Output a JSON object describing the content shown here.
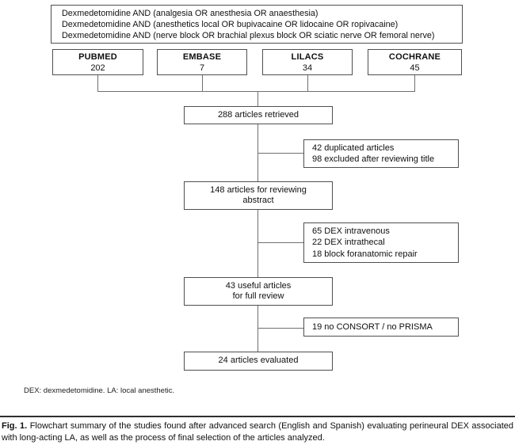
{
  "figure": {
    "search_query_box": {
      "lines": [
        "Dexmedetomidine AND (analgesia OR anesthesia OR anaesthesia)",
        "Dexmedetomidine AND (anesthetics local OR bupivacaine OR lidocaine OR ropivacaine)",
        "Dexmedetomidine AND (nerve block OR brachial plexus block OR sciatic nerve OR femoral nerve)"
      ]
    },
    "databases": [
      {
        "name": "PUBMED",
        "count": "202"
      },
      {
        "name": "EMBASE",
        "count": "7"
      },
      {
        "name": "LILACS",
        "count": "34"
      },
      {
        "name": "COCHRANE",
        "count": "45"
      }
    ],
    "main_flow": [
      {
        "lines": [
          "288 articles retrieved",
          ""
        ]
      },
      {
        "lines": [
          "148 articles for reviewing",
          "abstract"
        ]
      },
      {
        "lines": [
          "43 useful articles",
          "for full review"
        ]
      },
      {
        "lines": [
          "24 articles evaluated",
          ""
        ]
      }
    ],
    "exclusion_boxes": [
      {
        "lines": [
          "42 duplicated articles",
          "98 excluded after reviewing title",
          ""
        ]
      },
      {
        "lines": [
          "65 DEX intravenous",
          "22 DEX intrathecal",
          "18 block foranatomic repair"
        ]
      },
      {
        "lines": [
          "19 no CONSORT / no PRISMA",
          "",
          ""
        ]
      }
    ],
    "footnote": "DEX: dexmedetomidine. LA: local anesthetic."
  },
  "caption": {
    "label": "Fig. 1.",
    "text": "Flowchart summary of the studies found after advanced search (English and Spanish) evaluating perineural DEX associated with long-acting LA, as well as the process of final selection of the articles analyzed."
  },
  "colors": {
    "box_border": "#4f4f4f",
    "connector": "#6f6f6f",
    "rule": "#2e2e2e",
    "background": "#ffffff",
    "text": "#101010"
  }
}
